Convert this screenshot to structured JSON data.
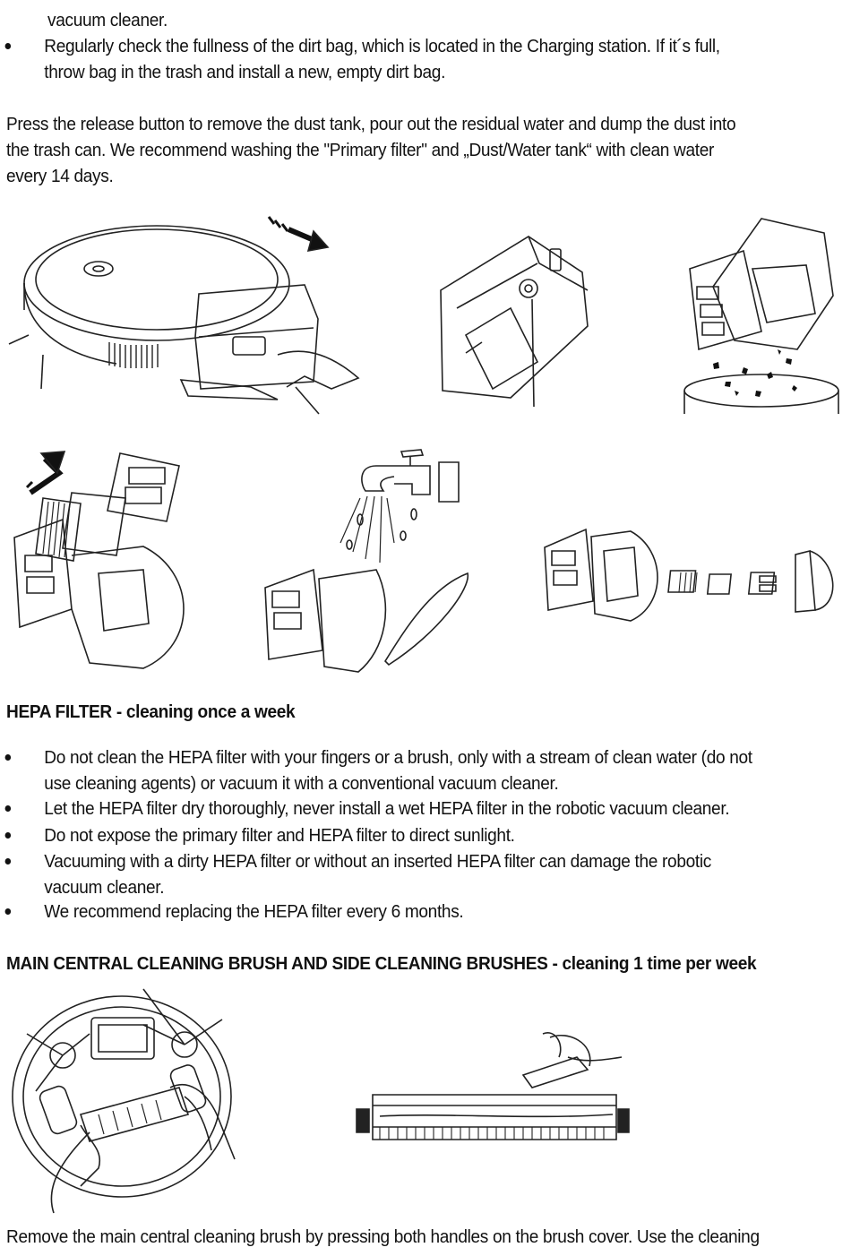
{
  "intro": {
    "continued_line": "vacuum cleaner.",
    "bullets": [
      "Regularly check the fullness of the dirt bag, which is located in the Charging station. If it´s full,",
      "throw bag in the trash and install a new, empty dirt bag."
    ],
    "paragraph_lines": [
      "Press the release button to remove the dust tank, pour out the residual water and dump the dust into",
      "the trash can. We recommend washing the \"Primary filter\" and „Dust/Water tank“ with clean water",
      "every 14 days."
    ]
  },
  "hepa": {
    "heading": "HEPA FILTER - cleaning once a week",
    "bullets": [
      {
        "lines": [
          "Do not clean the HEPA filter with your fingers or a brush, only with a stream of clean water (do not",
          "use cleaning agents) or vacuum it with a conventional vacuum cleaner."
        ]
      },
      {
        "lines": [
          "Let the HEPA filter dry thoroughly, never install a wet HEPA filter in the robotic vacuum cleaner."
        ]
      },
      {
        "lines": [
          "Do not expose the primary filter and HEPA filter to direct sunlight."
        ]
      },
      {
        "lines": [
          "Vacuuming with a dirty HEPA filter or without an inserted HEPA filter can damage the robotic",
          "vacuum cleaner."
        ]
      },
      {
        "lines": [
          "We recommend replacing the HEPA filter every 6 months."
        ]
      }
    ]
  },
  "brushes": {
    "heading": "MAIN CENTRAL CLEANING BRUSH AND SIDE CLEANING BRUSHES - cleaning 1 time per week"
  },
  "footer_line": "Remove the main central cleaning brush by pressing both handles on the brush cover. Use the cleaning"
}
